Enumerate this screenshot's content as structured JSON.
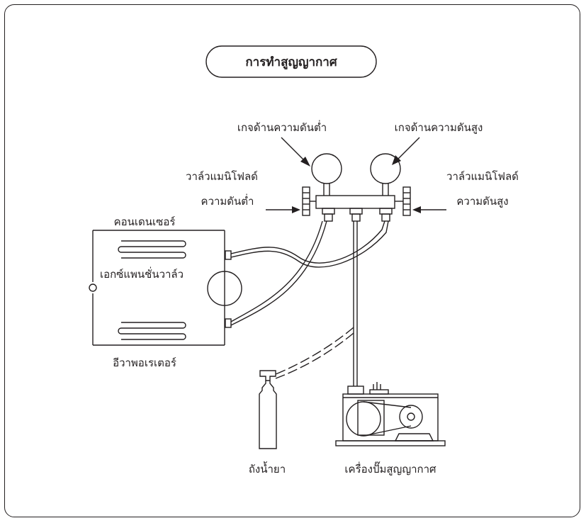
{
  "title": "การทำสูญญากาศ",
  "labels": {
    "low_gauge": "เกจด้านความดันต่ำ",
    "high_gauge": "เกจด้านความดันสูง",
    "low_valve_line1": "วาล์วแมนิโฟลด์",
    "low_valve_line2": "ความดันต่ำ",
    "high_valve_line1": "วาล์วแมนิโฟลด์",
    "high_valve_line2": "ความดันสูง",
    "condenser": "คอนเดนเซอร์",
    "expansion_valve": "เอกซ์แพนชั่นวาล์ว",
    "evaporator": "อีวาพอเรเตอร์",
    "refrigerant_tank": "ถังน้ำยา",
    "vacuum_pump": "เครื่องปั๊มสูญญากาศ"
  }
}
